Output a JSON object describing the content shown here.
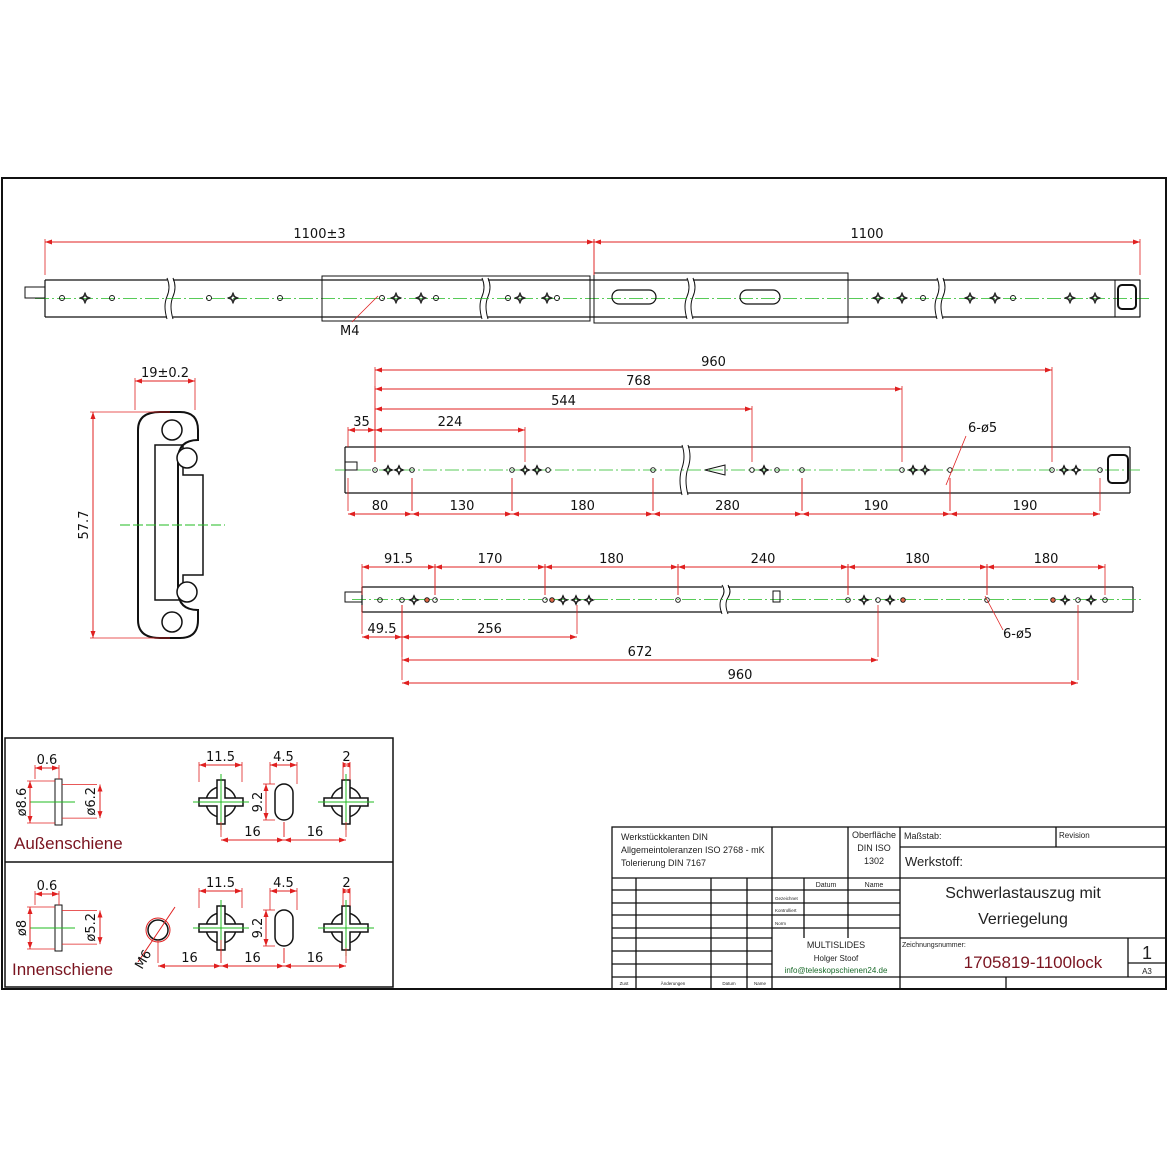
{
  "top_view": {
    "dims": {
      "left": "1100±3",
      "right": "1100"
    },
    "thread_label": "M4"
  },
  "cross_section": {
    "width": "19±0.2",
    "height": "57.7"
  },
  "outer_rail_view": {
    "above": [
      "960",
      "768",
      "544",
      "224",
      "35"
    ],
    "hole_note": "6-ø5",
    "below": [
      "80",
      "130",
      "180",
      "280",
      "190",
      "190"
    ]
  },
  "inner_rail_view": {
    "above": [
      "91.5",
      "170",
      "180",
      "240",
      "180",
      "180"
    ],
    "hole_note": "6-ø5",
    "below": [
      "49.5",
      "256",
      "672",
      "960"
    ]
  },
  "details": {
    "outer": {
      "title": "Außenschiene",
      "thickness": "0.6",
      "outer_d": "ø8.6",
      "inner_d": "ø6.2",
      "cross_w": "11.5",
      "slot_w": "4.5",
      "slot_h": "9.2",
      "arm_w": "2",
      "pitch1": "16",
      "pitch2": "16"
    },
    "inner": {
      "title": "Innenschiene",
      "thickness": "0.6",
      "outer_d": "ø8",
      "inner_d": "ø5.2",
      "thread": "M6",
      "cross_w": "11.5",
      "slot_w": "4.5",
      "slot_h": "9.2",
      "arm_w": "2",
      "pitch1": "16",
      "pitch2": "16",
      "pitch3": "16"
    }
  },
  "title_block": {
    "notes": [
      "Werkstückkanten DIN",
      "Allgemeintoleranzen ISO 2768 - mK",
      "Tolerierung DIN 7167"
    ],
    "surface": [
      "Oberfläche",
      "DIN ISO",
      "1302"
    ],
    "scale_label": "Maßstab:",
    "revision_label": "Revision",
    "material_label": "Werkstoff:",
    "datum": "Datum",
    "name": "Name",
    "rows": [
      "Gezeichnet",
      "Kontrolliert",
      "Norm"
    ],
    "company": "MULTISLIDES",
    "person": "Holger Stoof",
    "email": "info@teleskopschienen24.de",
    "title_lines": [
      "Schwerlastauszug mit",
      "Verriegelung"
    ],
    "drawing_number_label": "Zeichnungsnummer:",
    "drawing_number": "1705819-1100lock",
    "sheet": "1",
    "format": "A3",
    "footer": [
      "Zust",
      "Änderungen",
      "Datum",
      "Name"
    ]
  },
  "colors": {
    "dimension": "#e02020",
    "centerline": "#22bb22",
    "outline": "#111111",
    "title_red": "#7a1420"
  }
}
